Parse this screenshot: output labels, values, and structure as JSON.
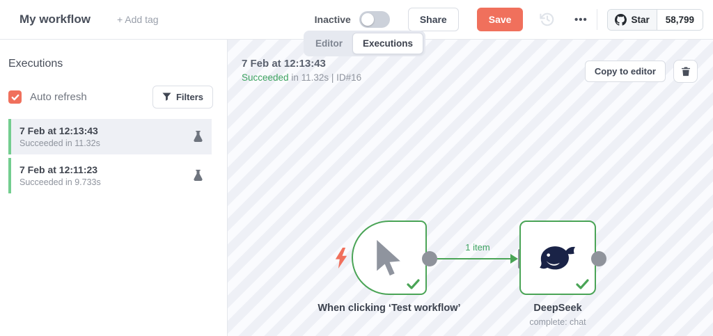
{
  "header": {
    "title": "My workflow",
    "add_tag_label": "+ Add tag",
    "inactive_label": "Inactive",
    "share_label": "Share",
    "save_label": "Save",
    "more_label": "•••",
    "github": {
      "star_label": "Star",
      "star_count": "58,799"
    }
  },
  "tabs": {
    "editor": "Editor",
    "executions": "Executions"
  },
  "sidebar": {
    "heading": "Executions",
    "auto_refresh_label": "Auto refresh",
    "filters_label": "Filters",
    "items": [
      {
        "title": "7 Feb at 12:13:43",
        "subtitle": "Succeeded in 11.32s"
      },
      {
        "title": "7 Feb at 12:11:23",
        "subtitle": "Succeeded in 9.733s"
      }
    ]
  },
  "main": {
    "exec_title": "7 Feb at 12:13:43",
    "exec_status": "Succeeded",
    "exec_meta": " in 11.32s | ID#16",
    "copy_to_editor_label": "Copy to editor",
    "connection_label": "1 item",
    "trigger_node_label": "When clicking ‘Test workflow’",
    "ds_node_label": "DeepSeek",
    "ds_node_sublabel": "complete: chat"
  },
  "colors": {
    "accent": "#f0705c",
    "success": "#4aa456",
    "success_text": "#3da360",
    "success_light": "#73cd8f",
    "whale_navy": "#1a2347",
    "selected_row_bg": "#eef0f5"
  }
}
